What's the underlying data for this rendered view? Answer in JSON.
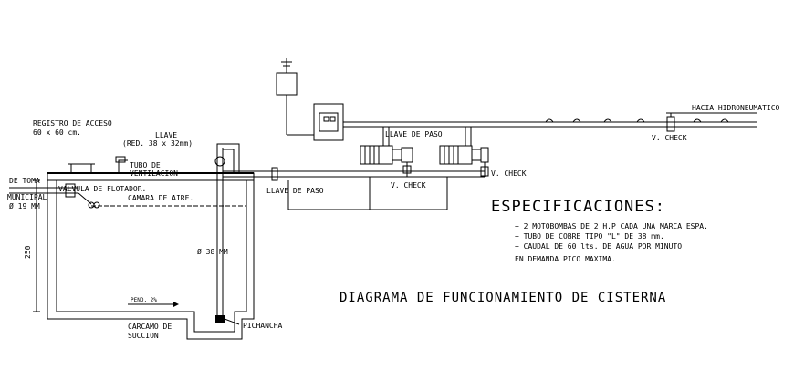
{
  "title": "DIAGRAMA DE FUNCIONAMIENTO DE CISTERNA",
  "labels": {
    "registro_line1": "REGISTRO DE ACCESO",
    "registro_line2": "60 x 60 cm.",
    "llave_top_line1": "LLAVE",
    "llave_top_line2": "(RED. 38 x 32mm)",
    "tubo_vent_line1": "TUBO DE",
    "tubo_vent_line2": "VENTILACION",
    "toma_line1": "DE TOMA",
    "toma_line2": "MUNICIPAL",
    "toma_line3": "Ø 19 MM",
    "valvula": "VALVULA DE FLOTADOR.",
    "camara": "CAMARA DE AIRE.",
    "dim_250": "250",
    "pipe_38": "Ø 38 MM",
    "pend": "PEND. 2%",
    "carcamo_line1": "CARCAMO DE",
    "carcamo_line2": "SUCCION",
    "pichancha": "PICHANCHA",
    "llave_paso_bottom": "LLAVE DE PASO",
    "llave_paso_top": "LLAVE DE PASO",
    "vcheck_1": "V. CHECK",
    "vcheck_2": "V. CHECK",
    "vcheck_3": "V. CHECK",
    "hidroneumatico": "HACIA HIDRONEUMATICO"
  },
  "specs": {
    "heading": "ESPECIFICACIONES:",
    "items": [
      "+ 2 MOTOBOMBAS DE 2 H.P CADA UNA MARCA ESPA.",
      "+ TUBO DE COBRE TIPO \"L\" DE 38 mm.",
      "+ CAUDAL DE 60 lts. DE AGUA POR MINUTO",
      "EN DEMANDA PICO MAXIMA."
    ]
  }
}
